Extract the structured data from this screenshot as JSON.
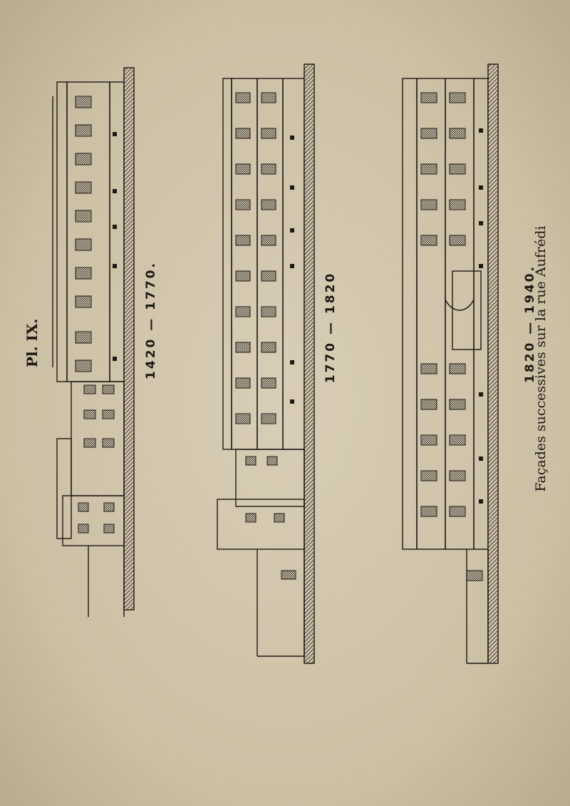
{
  "plate": {
    "number": "Pl. IX.",
    "caption": "Façades successives sur la rue Aufrédi"
  },
  "facades": [
    {
      "period": "1420 — 1770."
    },
    {
      "period": "1770 — 1820"
    },
    {
      "period": "1820 — 1940."
    }
  ],
  "colors": {
    "paper": "#cfc3aa",
    "ink": "#1d1a15"
  }
}
